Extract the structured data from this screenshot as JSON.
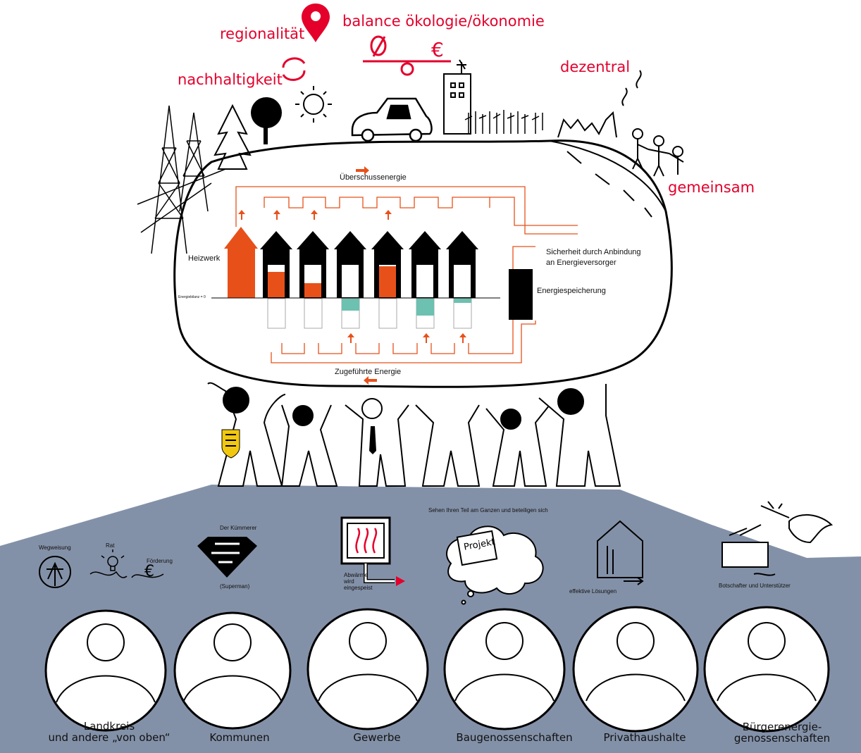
{
  "values": {
    "regionality": "regionalität",
    "balance": "balance ökologie/ökonomie",
    "sustainability": "nachhaltigkeit",
    "decentral": "dezentral",
    "together": "gemeinsam"
  },
  "diagram": {
    "surplus_label": "Überschussenergie",
    "supplied_label": "Zugeführte Energie",
    "heating_plant_label": "Heizwerk",
    "balance_label": "Energiebilanz = 0",
    "security_line1": "Sicherheit durch Anbindung",
    "security_line2": "an Energieversorger",
    "storage_label": "Energiespeicherung"
  },
  "roles": {
    "guidance": "Wegweisung",
    "advice": "Rat",
    "funding": "Förderung",
    "coordinator": "Der Kümmerer",
    "superman": "(Superman)",
    "waste_heat_1": "Abwärme",
    "waste_heat_2": "wird",
    "waste_heat_3": "eingespeist",
    "participation": "Sehen Ihren Teil am Ganzen und beteiligen sich",
    "project": "Projekt",
    "effective": "effektive Lösungen",
    "ambassadors": "Botschafter und Unterstützer"
  },
  "actors": [
    {
      "line1": "Landkreis",
      "line2": "und andere „von oben“"
    },
    {
      "line1": "Kommunen",
      "line2": ""
    },
    {
      "line1": "Gewerbe",
      "line2": ""
    },
    {
      "line1": "Baugenossenschaften",
      "line2": ""
    },
    {
      "line1": "Privathaushalte",
      "line2": ""
    },
    {
      "line1": "Bürgerenergie-",
      "line2": "genossenschaften"
    }
  ],
  "colors": {
    "accent_red": "#e4002b",
    "orange": "#e8501a",
    "teal": "#6cc1b0",
    "slate": "#8391a8"
  }
}
